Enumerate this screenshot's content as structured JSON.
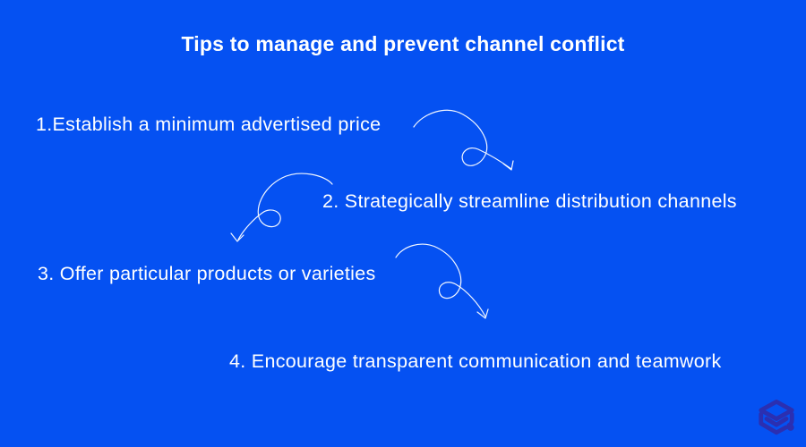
{
  "page": {
    "title": "Tips to manage and prevent channel conflict"
  },
  "tips": [
    {
      "label": "1.Establish a minimum advertised price"
    },
    {
      "label": "2. Strategically streamline distribution channels"
    },
    {
      "label": "3. Offer particular products or varieties"
    },
    {
      "label": "4. Encourage transparent communication and teamwork"
    }
  ],
  "icons": {
    "arrow_1": "curly-arrow-down-right",
    "arrow_2": "curly-arrow-down-left",
    "arrow_3": "curly-arrow-down-right",
    "logo": "stacked-layers-hexagon-logo"
  },
  "colors": {
    "background": "#0551F2",
    "text": "#FFFFFF",
    "logo": "#2B2FB1"
  }
}
